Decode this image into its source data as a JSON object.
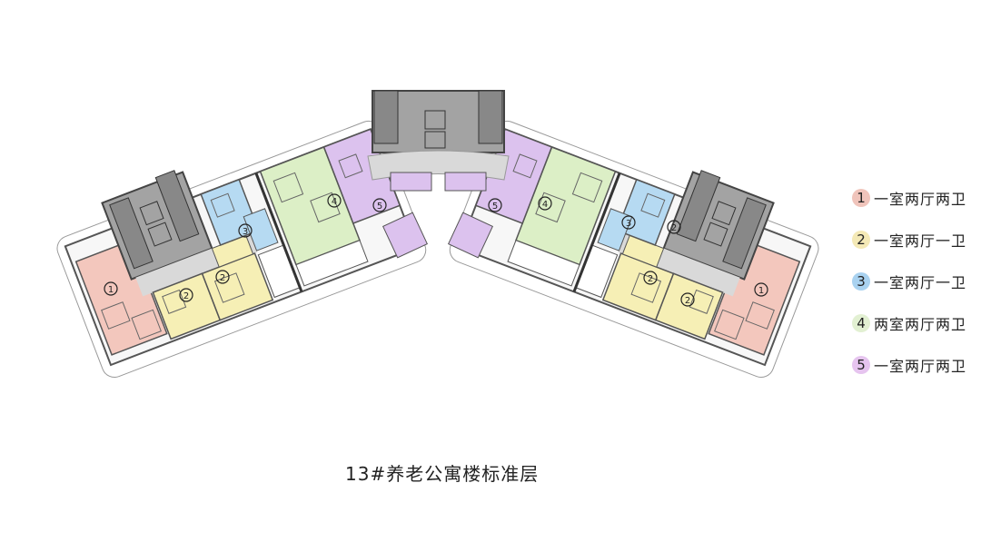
{
  "title": "13#养老公寓楼标准层",
  "colors": {
    "type1": "#f3c7bd",
    "type2": "#f6efb5",
    "type3": "#b6daf2",
    "type4": "#dcefc6",
    "type5": "#dcc2ee",
    "core": "#a3a3a3",
    "corridor": "#d9d9d9",
    "wall": "#4a4a4a"
  },
  "legend": [
    {
      "num": "1",
      "label": "一室两厅两卫",
      "color": "#f0c4bb"
    },
    {
      "num": "2",
      "label": "一室两厅一卫",
      "color": "#f4e9b6"
    },
    {
      "num": "3",
      "label": "一室两厅一卫",
      "color": "#a9d2f0"
    },
    {
      "num": "4",
      "label": "两室两厅两卫",
      "color": "#e2f0d2"
    },
    {
      "num": "5",
      "label": "一室两厅两卫",
      "color": "#e6c4ef"
    }
  ],
  "unit_markers": [
    {
      "num": "1"
    },
    {
      "num": "2"
    },
    {
      "num": "2"
    },
    {
      "num": "3"
    },
    {
      "num": "4"
    },
    {
      "num": "5"
    },
    {
      "num": "5"
    },
    {
      "num": "4"
    },
    {
      "num": "3"
    },
    {
      "num": "2"
    },
    {
      "num": "2"
    },
    {
      "num": "2"
    },
    {
      "num": "1"
    }
  ]
}
